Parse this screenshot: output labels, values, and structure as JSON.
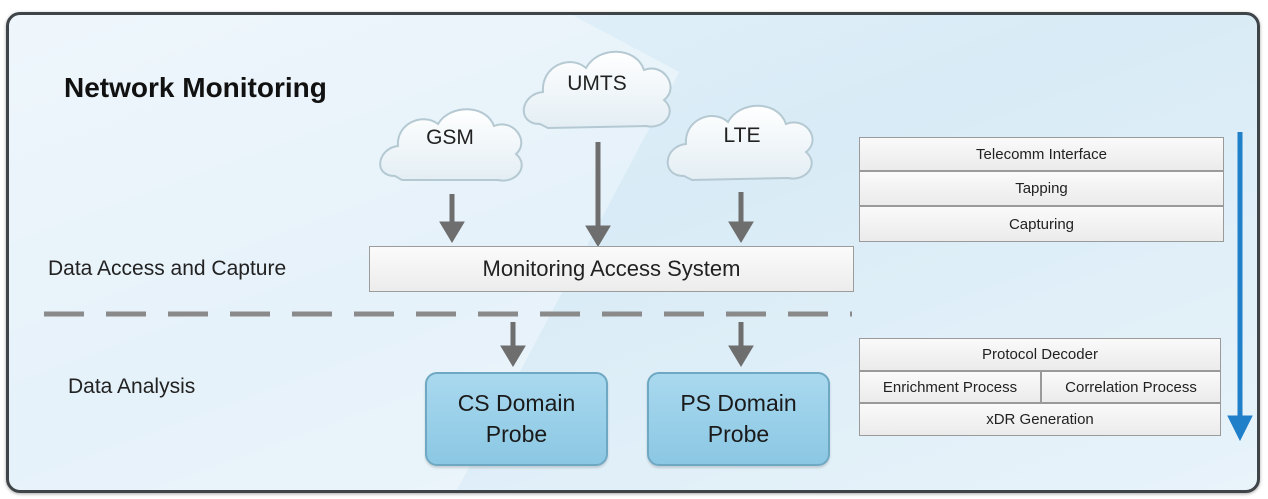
{
  "title": "Network Monitoring",
  "clouds": {
    "gsm": "GSM",
    "umts": "UMTS",
    "lte": "LTE"
  },
  "layers": {
    "capture": "Data Access and Capture",
    "analysis": "Data Analysis"
  },
  "monitoring_access_system": "Monitoring Access System",
  "probes": {
    "cs": [
      "CS Domain",
      "Probe"
    ],
    "ps": [
      "PS Domain",
      "Probe"
    ]
  },
  "capture_stack": [
    "Telecomm Interface",
    "Tapping",
    "Capturing"
  ],
  "analysis_stack": {
    "top": "Protocol Decoder",
    "left": "Enrichment Process",
    "right": "Correlation Process",
    "bottom": "xDR Generation"
  },
  "colors": {
    "arrow": "#6e6e6e",
    "flow_arrow": "#1f7fc9",
    "probe_fill": "#9fd3ec",
    "divider": "#8a8a8a"
  }
}
